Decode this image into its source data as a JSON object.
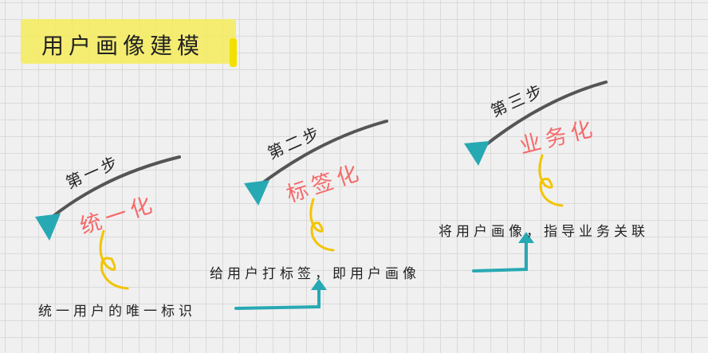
{
  "title": "用户画像建模",
  "steps": [
    {
      "label": "第一步",
      "result": "统一化"
    },
    {
      "label": "第二步",
      "result": "标签化"
    },
    {
      "label": "第三步",
      "result": "业务化"
    }
  ],
  "notes": [
    "统一用户的唯一标识",
    "给用户打标签，即用户画像",
    "将用户画像，指导业务关联"
  ],
  "colors": {
    "highlight": "#f6ec5a",
    "accent_red": "#f56a6a",
    "teal": "#27a9b3",
    "yellow_curl": "#f2c400",
    "stroke": "#555555"
  }
}
